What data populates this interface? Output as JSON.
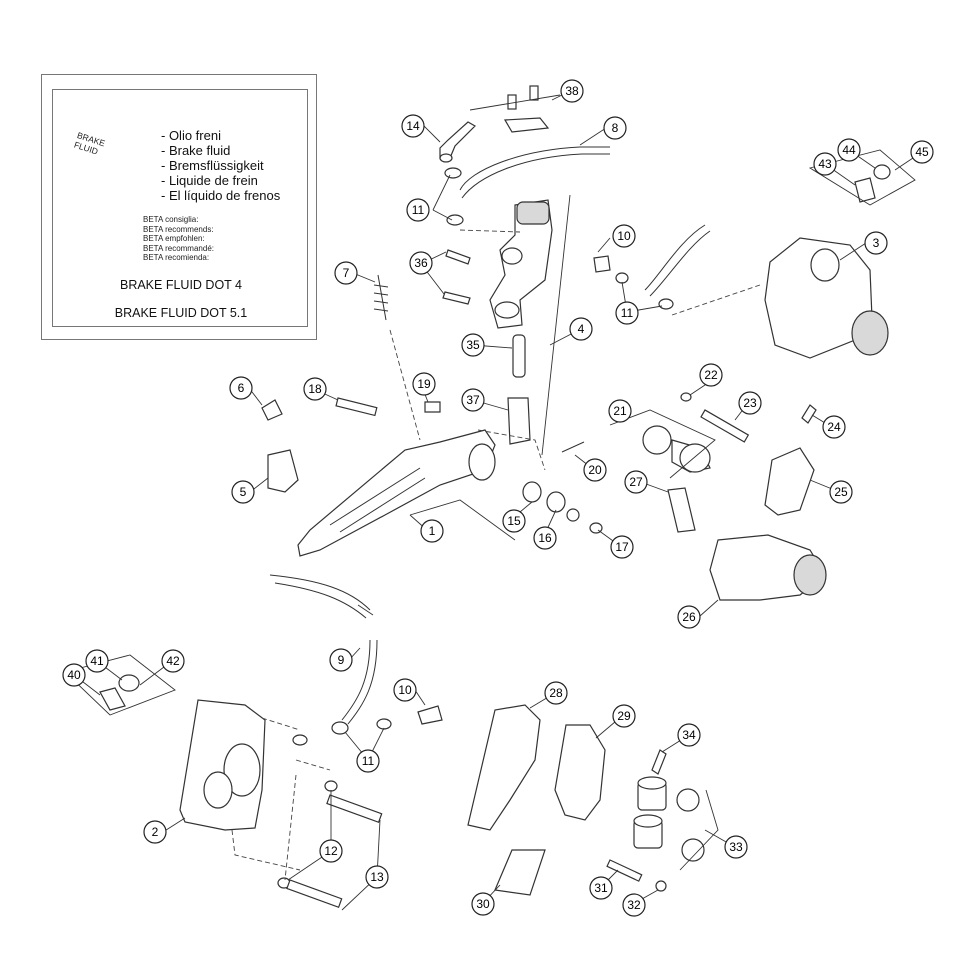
{
  "legend": {
    "can_label": [
      "BRAKE",
      "FLUID"
    ],
    "languages": [
      "- Olio freni",
      "- Brake fluid",
      "- Bremsflüssigkeit",
      "- Liquide de frein",
      "- El líquido de frenos"
    ],
    "recommends": [
      "BETA consiglia:",
      "BETA recommends:",
      "BETA empfohlen:",
      "BETA recommandé:",
      "BETA recomienda:"
    ],
    "fluid_1": "BRAKE FLUID DOT 4",
    "fluid_2": "BRAKE FLUID DOT 5.1"
  },
  "callouts": [
    "1",
    "2",
    "3",
    "4",
    "5",
    "6",
    "7",
    "8",
    "9",
    "10",
    "10",
    "11",
    "11",
    "11",
    "12",
    "13",
    "14",
    "15",
    "16",
    "17",
    "18",
    "19",
    "20",
    "21",
    "22",
    "23",
    "24",
    "25",
    "26",
    "27",
    "28",
    "29",
    "30",
    "31",
    "32",
    "33",
    "34",
    "35",
    "36",
    "37",
    "38",
    "40",
    "41",
    "42",
    "43",
    "44",
    "45"
  ],
  "colors": {
    "line": "#333333",
    "fill": "#ffffff",
    "shade": "#cfcfcf"
  }
}
